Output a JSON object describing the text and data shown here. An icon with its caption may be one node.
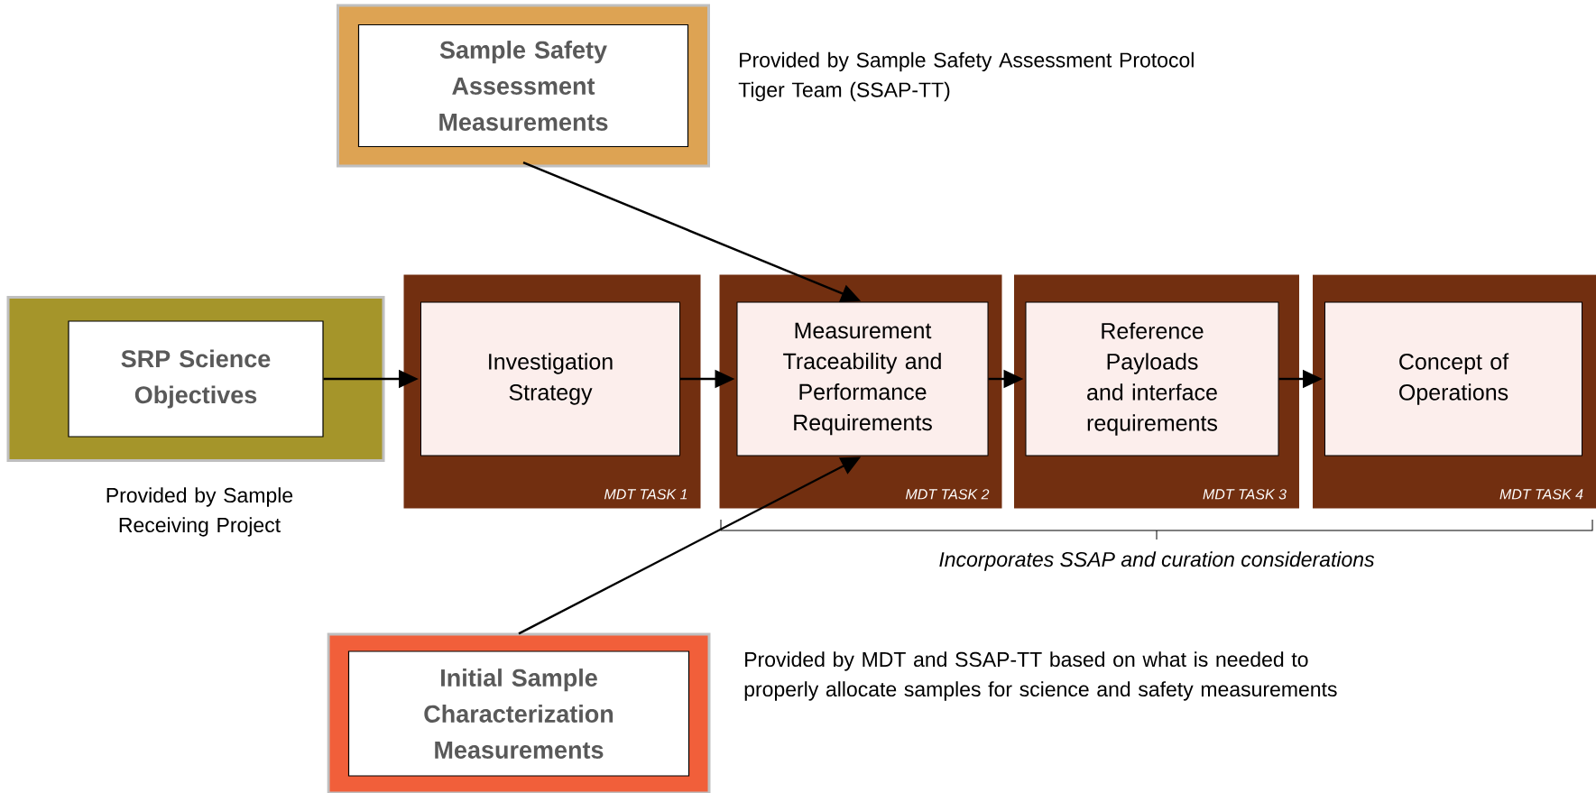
{
  "diagram": {
    "nodes": [
      {
        "text": [
          "Sample Safety Assessment Measurements"
        ],
        "beside": [
          "Provided by Sample Safety Assessment Protocol Tiger Team (SSAP-TT)"
        ]
      },
      {
        "text": [
          "SRP Science Objectives"
        ],
        "beside": [
          "Provided by Sample Receiving Project"
        ]
      },
      {
        "text": [
          "MDT TASK 1"
        ]
      },
      {
        "text": [
          "Investigation Strategy"
        ],
        "in": 2
      },
      {
        "text": [
          "MDT TASK 2"
        ]
      },
      {
        "text": [
          "Measurement Traceability and Performance Requirements"
        ],
        "in": 4
      },
      {
        "text": [
          "MDT TASK 3"
        ]
      },
      {
        "text": [
          "Reference Payloads and interface requirements"
        ],
        "in": 6
      },
      {
        "text": [
          "MDT TASK 4"
        ]
      },
      {
        "text": [
          "Concept of Operations"
        ],
        "in": 8
      },
      {
        "text": [
          "Initial Sample Characterization Measurements"
        ],
        "beside": [
          "Provided by MDT and SSAP-TT based on what is needed to properly allocate samples for science and safety measurements"
        ]
      }
    ],
    "edges": [
      {
        "from": 1,
        "to": 3,
        "arrow": "to"
      },
      {
        "from": 3,
        "to": 5,
        "arrow": "to"
      },
      {
        "from": 5,
        "to": 7,
        "arrow": "to"
      },
      {
        "from": 7,
        "to": 9,
        "arrow": "to"
      },
      {
        "from": 0,
        "to": 5,
        "arrow": "to"
      },
      {
        "from": 10,
        "to": 5,
        "arrow": "to"
      }
    ],
    "labels": [
      "Incorporates SSAP and curation considerations"
    ]
  }
}
